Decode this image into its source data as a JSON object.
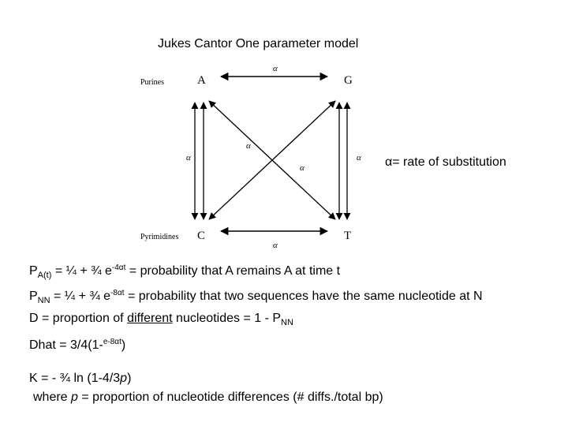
{
  "title": "Jukes Cantor One parameter model",
  "diagram": {
    "purines_label": "Purines",
    "pyrimidines_label": "Pyrimidines",
    "node_a": "A",
    "node_g": "G",
    "node_c": "C",
    "node_t": "T",
    "alpha": "α"
  },
  "legend": {
    "symbol": "α",
    "text": "= rate of substitution"
  },
  "equations": {
    "eq1": {
      "p": "P",
      "sub": "A(t)",
      "rest": " = ¼ + ¾ e",
      "sup": "-4αt",
      "tail": " = probability that A remains A at time t"
    },
    "eq2": {
      "p": "P",
      "sub": "NN",
      "rest": " = ¼ + ¾ e",
      "sup": "-8αt",
      "tail": " = probability that two sequences have the same nucleotide at N"
    },
    "eq3": {
      "head": "D = proportion of ",
      "underlined": "different",
      "mid": " nucleotides = 1 - P",
      "sub": "NN"
    },
    "eq4": {
      "head": "Dhat = 3/4(1-",
      "sup": "e-8αt",
      "tail": ")"
    },
    "eq5": {
      "head": "K = - ¾ ln (1-4/3",
      "var": "p",
      "tail": ")"
    },
    "eq6": {
      "head": "where ",
      "var": "p",
      "tail": " = proportion of nucleotide differences (# diffs./total bp)"
    }
  }
}
